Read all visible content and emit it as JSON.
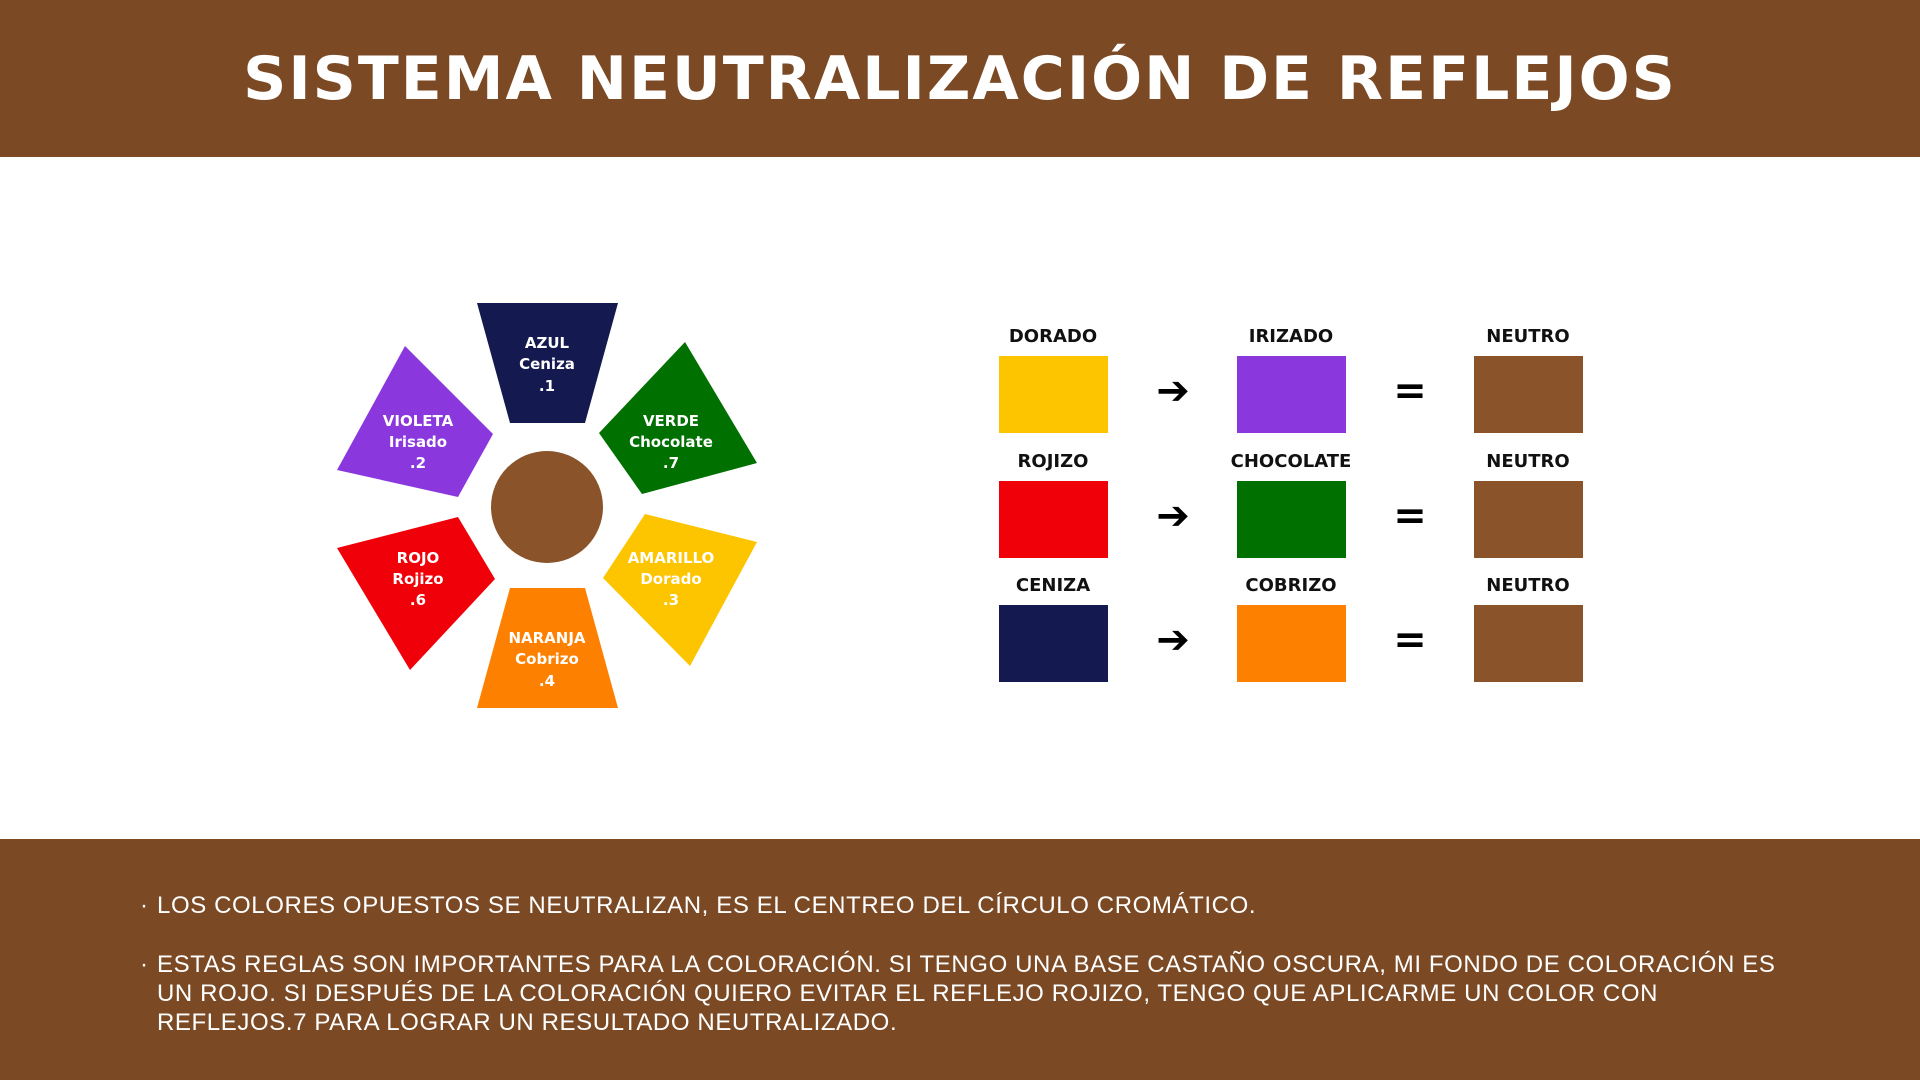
{
  "header": {
    "title": "SISTEMA NEUTRALIZACIÓN DE REFLEJOS"
  },
  "wheel": {
    "center_color": "#8b5329",
    "segments": [
      {
        "name": "AZUL",
        "sub": "Ceniza",
        "code": ".1",
        "color": "#141a4f"
      },
      {
        "name": "VERDE",
        "sub": "Chocolate",
        "code": ".7",
        "color": "#007000"
      },
      {
        "name": "AMARILLO",
        "sub": "Dorado",
        "code": ".3",
        "color": "#fdc400"
      },
      {
        "name": "NARANJA",
        "sub": "Cobrizo",
        "code": ".4",
        "color": "#fe8000"
      },
      {
        "name": "ROJO",
        "sub": "Rojizo",
        "code": ".6",
        "color": "#f00008"
      },
      {
        "name": "VIOLETA",
        "sub": "Irisado",
        "code": ".2",
        "color": "#8a38de"
      }
    ]
  },
  "rules": [
    {
      "a": "DORADO",
      "a_color": "#fdc400",
      "b": "IRIZADO",
      "b_color": "#8a38de",
      "r": "NEUTRO",
      "r_color": "#8b5329"
    },
    {
      "a": "ROJIZO",
      "a_color": "#f00008",
      "b": "CHOCOLATE",
      "b_color": "#007000",
      "r": "NEUTRO",
      "r_color": "#8b5329"
    },
    {
      "a": "CENIZA",
      "a_color": "#141a4f",
      "b": "COBRIZO",
      "b_color": "#fe8000",
      "r": "NEUTRO",
      "r_color": "#8b5329"
    }
  ],
  "operators": {
    "arrow": "➔",
    "equals": "="
  },
  "footer": {
    "bullet": "·",
    "notes": [
      "LOS COLORES OPUESTOS SE NEUTRALIZAN, ES EL CENTREO DEL CÍRCULO CROMÁTICO.",
      "ESTAS REGLAS SON IMPORTANTES PARA LA COLORACIÓN. SI TENGO UNA BASE CASTAÑO OSCURA, MI FONDO DE COLORACIÓN ES UN ROJO. SI DESPUÉS DE LA COLORACIÓN QUIERO EVITAR EL REFLEJO ROJIZO, TENGO QUE APLICARME UN COLOR CON REFLEJOS.7 PARA LOGRAR UN RESULTADO NEUTRALIZADO."
    ]
  }
}
